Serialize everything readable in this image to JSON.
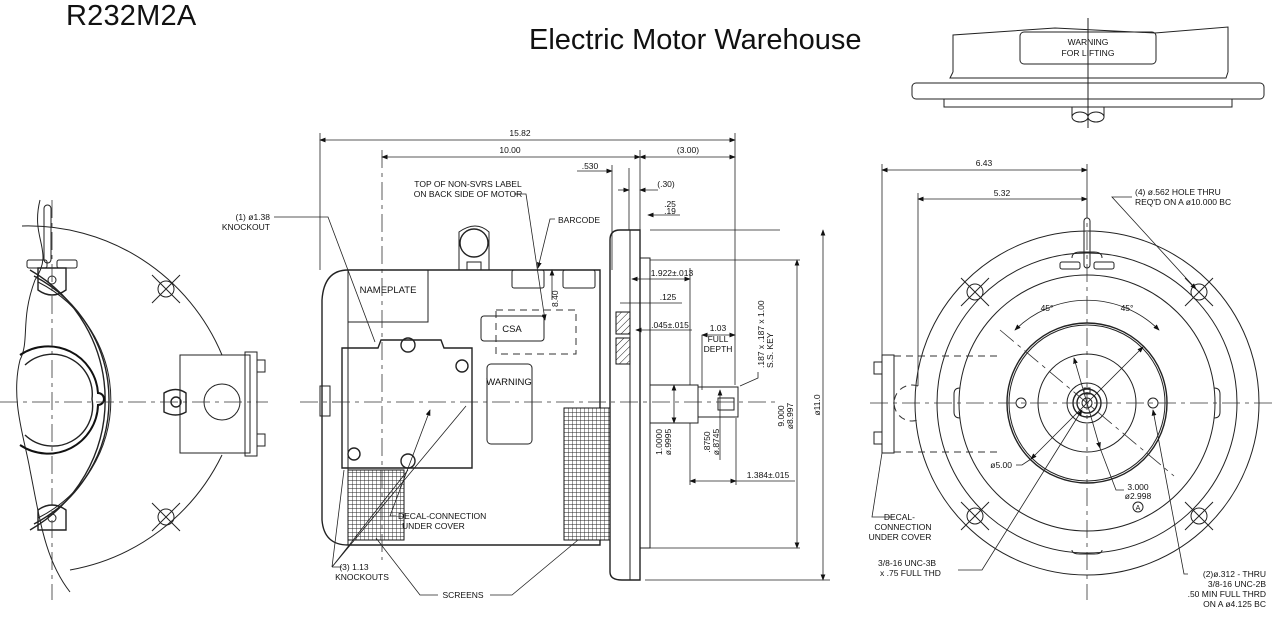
{
  "header": {
    "model": "R232M2A",
    "brand": "Electric Motor Warehouse"
  },
  "top_view": {
    "label_line1": "WARNING",
    "label_line2": "FOR LIFTING"
  },
  "side_view": {
    "dimensions": {
      "overall_length": "15.82",
      "body_length": "10.00",
      "shaft_extension": "(3.00)",
      "flange_offset": ".530",
      "flange_thickness": "(.30)",
      "pilot_upper": ".25",
      "pilot_lower": ".19",
      "shaft_shoulder": "1.922±.013",
      "chamfer": ".125",
      "seal_gap": ".045±.015",
      "keyway_depth": "1.03",
      "keyway_depth_note_1": "FULL",
      "keyway_depth_note_2": "DEPTH",
      "key_size_1": ".187 x .187 x 1.00",
      "key_size_2": "S.S. KEY",
      "label_height": "8.40",
      "pilot_dia_1": "9.000",
      "pilot_dia_2": "ø8.997",
      "flange_dia": "ø11.0",
      "shaft_dia_1": "1.0000",
      "shaft_dia_2": "ø.9995",
      "shaft_tip_1": ".8750",
      "shaft_tip_2": "ø.8745",
      "tip_length": "1.384±.015"
    },
    "callouts": {
      "top_label_1": "TOP OF NON-SVRS LABEL",
      "top_label_2": "ON BACK SIDE OF MOTOR",
      "barcode": "BARCODE",
      "knockout_1": "(1) ø1.38",
      "knockout_2": "KNOCKOUT",
      "nameplate": "NAMEPLATE",
      "csa": "CSA",
      "warning": "WARNING",
      "decal_1": "DECAL-CONNECTION",
      "decal_2": "UNDER COVER",
      "knockouts_1": "(3) 1.13",
      "knockouts_2": "KNOCKOUTS",
      "screens": "SCREENS"
    }
  },
  "end_view": {
    "dimensions": {
      "width_outer": "6.43",
      "width_inner": "5.32",
      "angle_left": "45°",
      "angle_right": "45°",
      "bolt_circle": "ø5.00",
      "pilot_1": "3.000",
      "pilot_2": "ø2.998",
      "datum": "A"
    },
    "callouts": {
      "holes_1": "(4) ø.562  HOLE THRU",
      "holes_2": "REQ'D ON A ø10.000 BC",
      "decal_1": "DECAL-",
      "decal_2": "CONNECTION",
      "decal_3": "UNDER COVER",
      "thread_1": "3/8-16 UNC-3B",
      "thread_2": "x .75 FULL THD",
      "tap_1": "(2)ø.312 - THRU",
      "tap_2": "3/8-16 UNC-2B",
      "tap_3": ".50 MIN FULL THRD",
      "tap_4": "ON A ø4.125 BC"
    }
  }
}
